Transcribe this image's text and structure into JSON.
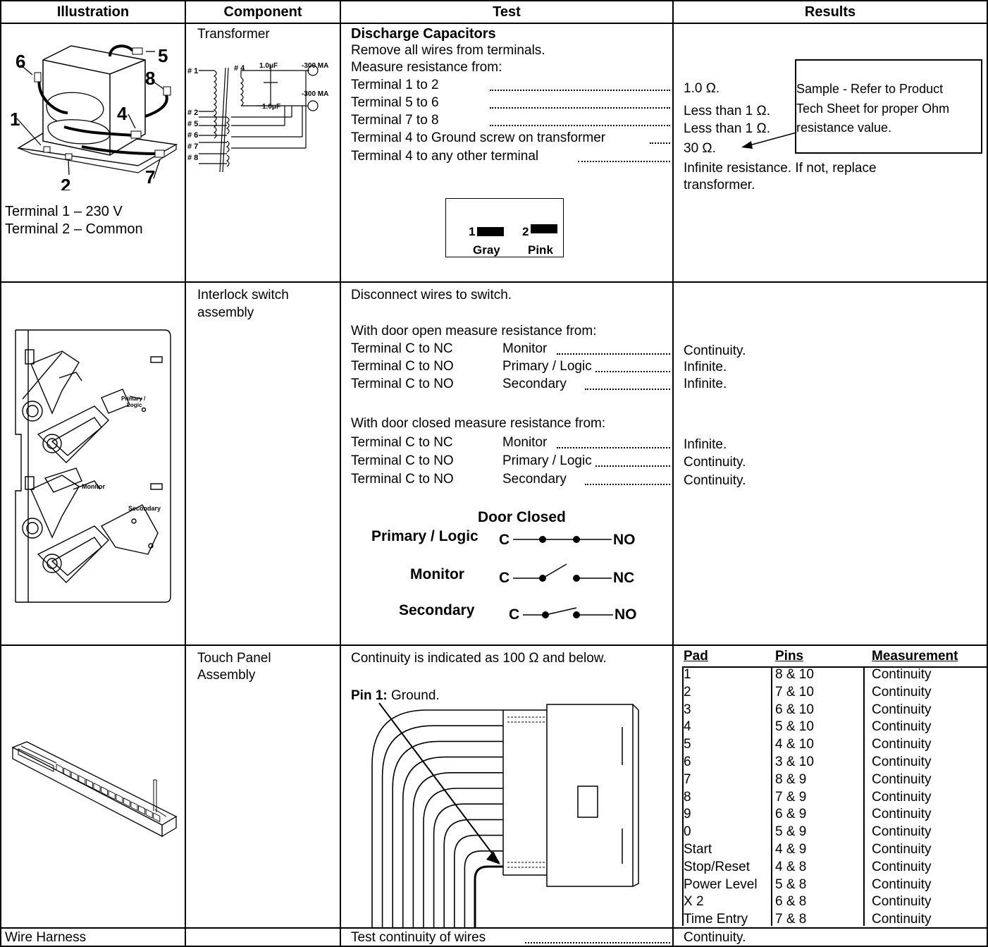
{
  "headers": {
    "illustration": "Illustration",
    "component": "Component",
    "test": "Test",
    "results": "Results"
  },
  "transformer": {
    "component": "Transformer",
    "terminal_note_1": "Terminal 1 –  230 V",
    "terminal_note_2": "Terminal 2 – Common",
    "diagram_labels": {
      "t1": "# 1",
      "t2": "# 2",
      "t4": "# 4",
      "t5": "# 5",
      "t6": "# 6",
      "t7": "# 7",
      "t8": "# 8",
      "cap1": "1.0μF",
      "cap2": "1.0μF",
      "ma1": "-300 MA",
      "ma2": "-300 MA"
    },
    "illus_numbers": {
      "n1": "1",
      "n2": "2",
      "n4": "4",
      "n5": "5",
      "n6": "6",
      "n7": "7",
      "n8": "8"
    },
    "test_title": "Discharge Capacitors",
    "line1": "Remove all wires from terminals.",
    "line2": "Measure resistance from:",
    "rows": [
      {
        "test": "Terminal 1 to 2",
        "result": "1.0 Ω."
      },
      {
        "test": "Terminal 5 to 6",
        "result": "Less than 1 Ω."
      },
      {
        "test": "Terminal 7 to 8",
        "result": "Less than 1 Ω."
      },
      {
        "test": "Terminal 4 to Ground screw on transformer",
        "result": "30 Ω."
      },
      {
        "test": "Terminal 4 to any other terminal",
        "result": "Infinite resistance. If not, replace"
      }
    ],
    "result_cont": "transformer.",
    "callout": [
      "Sample - Refer to Product",
      "Tech Sheet for proper Ohm",
      "resistance value."
    ],
    "connector": {
      "n1": "1",
      "n2": "2",
      "label1": "Gray",
      "label2": "Pink"
    }
  },
  "interlock": {
    "component": [
      "Interlock switch",
      "assembly"
    ],
    "intro": "Disconnect wires to switch.",
    "open_title": "With door open measure resistance from:",
    "open_rows": [
      {
        "term": "Terminal C to NC",
        "sw": "Monitor",
        "result": "Continuity."
      },
      {
        "term": "Terminal C to NO",
        "sw": "Primary / Logic",
        "result": "Infinite."
      },
      {
        "term": "Terminal C to NO",
        "sw": "Secondary ",
        "result": "Infinite."
      }
    ],
    "closed_title": "With door closed measure resistance from:",
    "closed_rows": [
      {
        "term": "Terminal C to NC",
        "sw": "Monitor",
        "result": "Infinite."
      },
      {
        "term": "Terminal C to NO",
        "sw": "Primary / Logic",
        "result": "Continuity."
      },
      {
        "term": "Terminal C to NO",
        "sw": "Secondary ",
        "result": "Continuity."
      }
    ],
    "diagram": {
      "title": "Door Closed",
      "rows": [
        {
          "name": "Primary / Logic",
          "c": "C",
          "end": "NO"
        },
        {
          "name": "Monitor",
          "c": "C",
          "end": "NC"
        },
        {
          "name": "Secondary",
          "c": "C",
          "end": "NO"
        }
      ]
    },
    "illus_labels": {
      "primary": "Primary /",
      "logic": "Logic",
      "monitor": "Monitor",
      "secondary": "Secondary"
    }
  },
  "touch": {
    "component": [
      "Touch Panel",
      "Assembly"
    ],
    "line1": "Continuity is indicated as 100 Ω and below.",
    "pin1_bold": "Pin 1:",
    "pin1_rest": " Ground.",
    "table_headers": {
      "pad": "Pad",
      "pins": "Pins",
      "measurement": "Measurement"
    },
    "rows": [
      {
        "pad": "1",
        "pins": "8 & 10",
        "m": "Continuity"
      },
      {
        "pad": "2",
        "pins": "7 & 10",
        "m": "Continuity"
      },
      {
        "pad": "3",
        "pins": "6 & 10",
        "m": "Continuity"
      },
      {
        "pad": "4",
        "pins": "5 & 10",
        "m": "Continuity"
      },
      {
        "pad": "5",
        "pins": "4 & 10",
        "m": "Continuity"
      },
      {
        "pad": "6",
        "pins": "3 & 10",
        "m": "Continuity"
      },
      {
        "pad": "7",
        "pins": "8 & 9",
        "m": "Continuity"
      },
      {
        "pad": "8",
        "pins": "7 & 9",
        "m": "Continuity"
      },
      {
        "pad": "9",
        "pins": "6 & 9",
        "m": "Continuity"
      },
      {
        "pad": "0",
        "pins": "5 & 9",
        "m": "Continuity"
      },
      {
        "pad": "Start",
        "pins": "4 & 9",
        "m": "Continuity"
      },
      {
        "pad": "Stop/Reset",
        "pins": "4 & 8",
        "m": "Continuity"
      },
      {
        "pad": "Power Level",
        "pins": "5 & 8",
        "m": "Continuity"
      },
      {
        "pad": "X 2",
        "pins": "6 & 8",
        "m": "Continuity"
      },
      {
        "pad": "Time Entry",
        "pins": "7 & 8",
        "m": "Continuity"
      }
    ]
  },
  "harness": {
    "illustration": "Wire Harness",
    "test": "Test continuity of wires ",
    "result": "Continuity."
  }
}
